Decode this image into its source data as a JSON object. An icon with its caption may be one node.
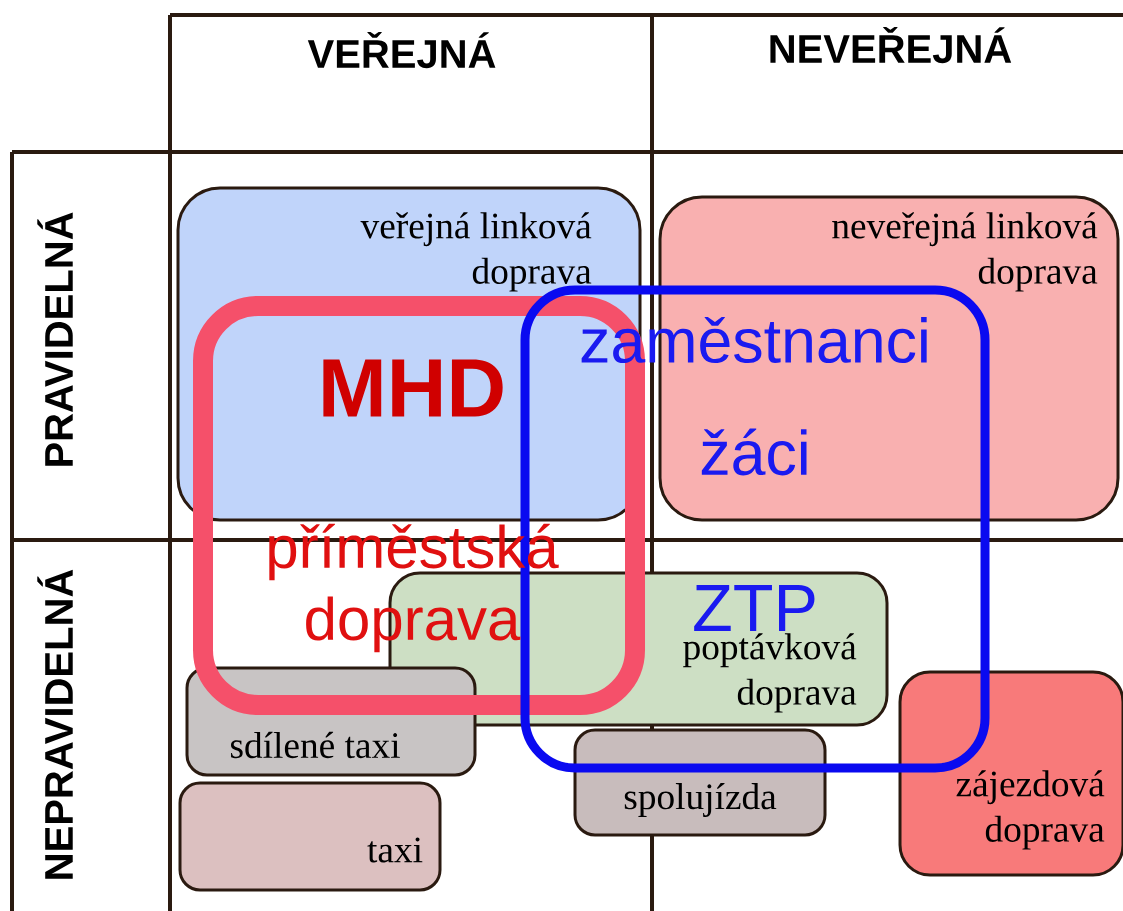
{
  "diagram": {
    "nodes": [
      {
        "text": [
          "veřejná linková doprava"
        ]
      },
      {
        "text": [
          "neveřejná linková doprava"
        ]
      },
      {
        "text": [],
        "shape": "box"
      },
      {
        "text": [],
        "shape": "box"
      },
      {
        "text": [
          "poptávková doprava"
        ]
      },
      {
        "text": [
          "sdílené taxi"
        ]
      },
      {
        "text": [
          "taxi"
        ]
      },
      {
        "text": [
          "spolujízda"
        ]
      },
      {
        "text": [
          "zájezdová doprava"
        ]
      }
    ],
    "labels": [
      "VEŘEJNÁ",
      "NEVEŘEJNÁ",
      "PRAVIDELNÁ",
      "NEPRAVIDELNÁ",
      "zaměstnanci",
      "MHD",
      "žáci",
      "příměstská doprava",
      "ZTP"
    ]
  }
}
